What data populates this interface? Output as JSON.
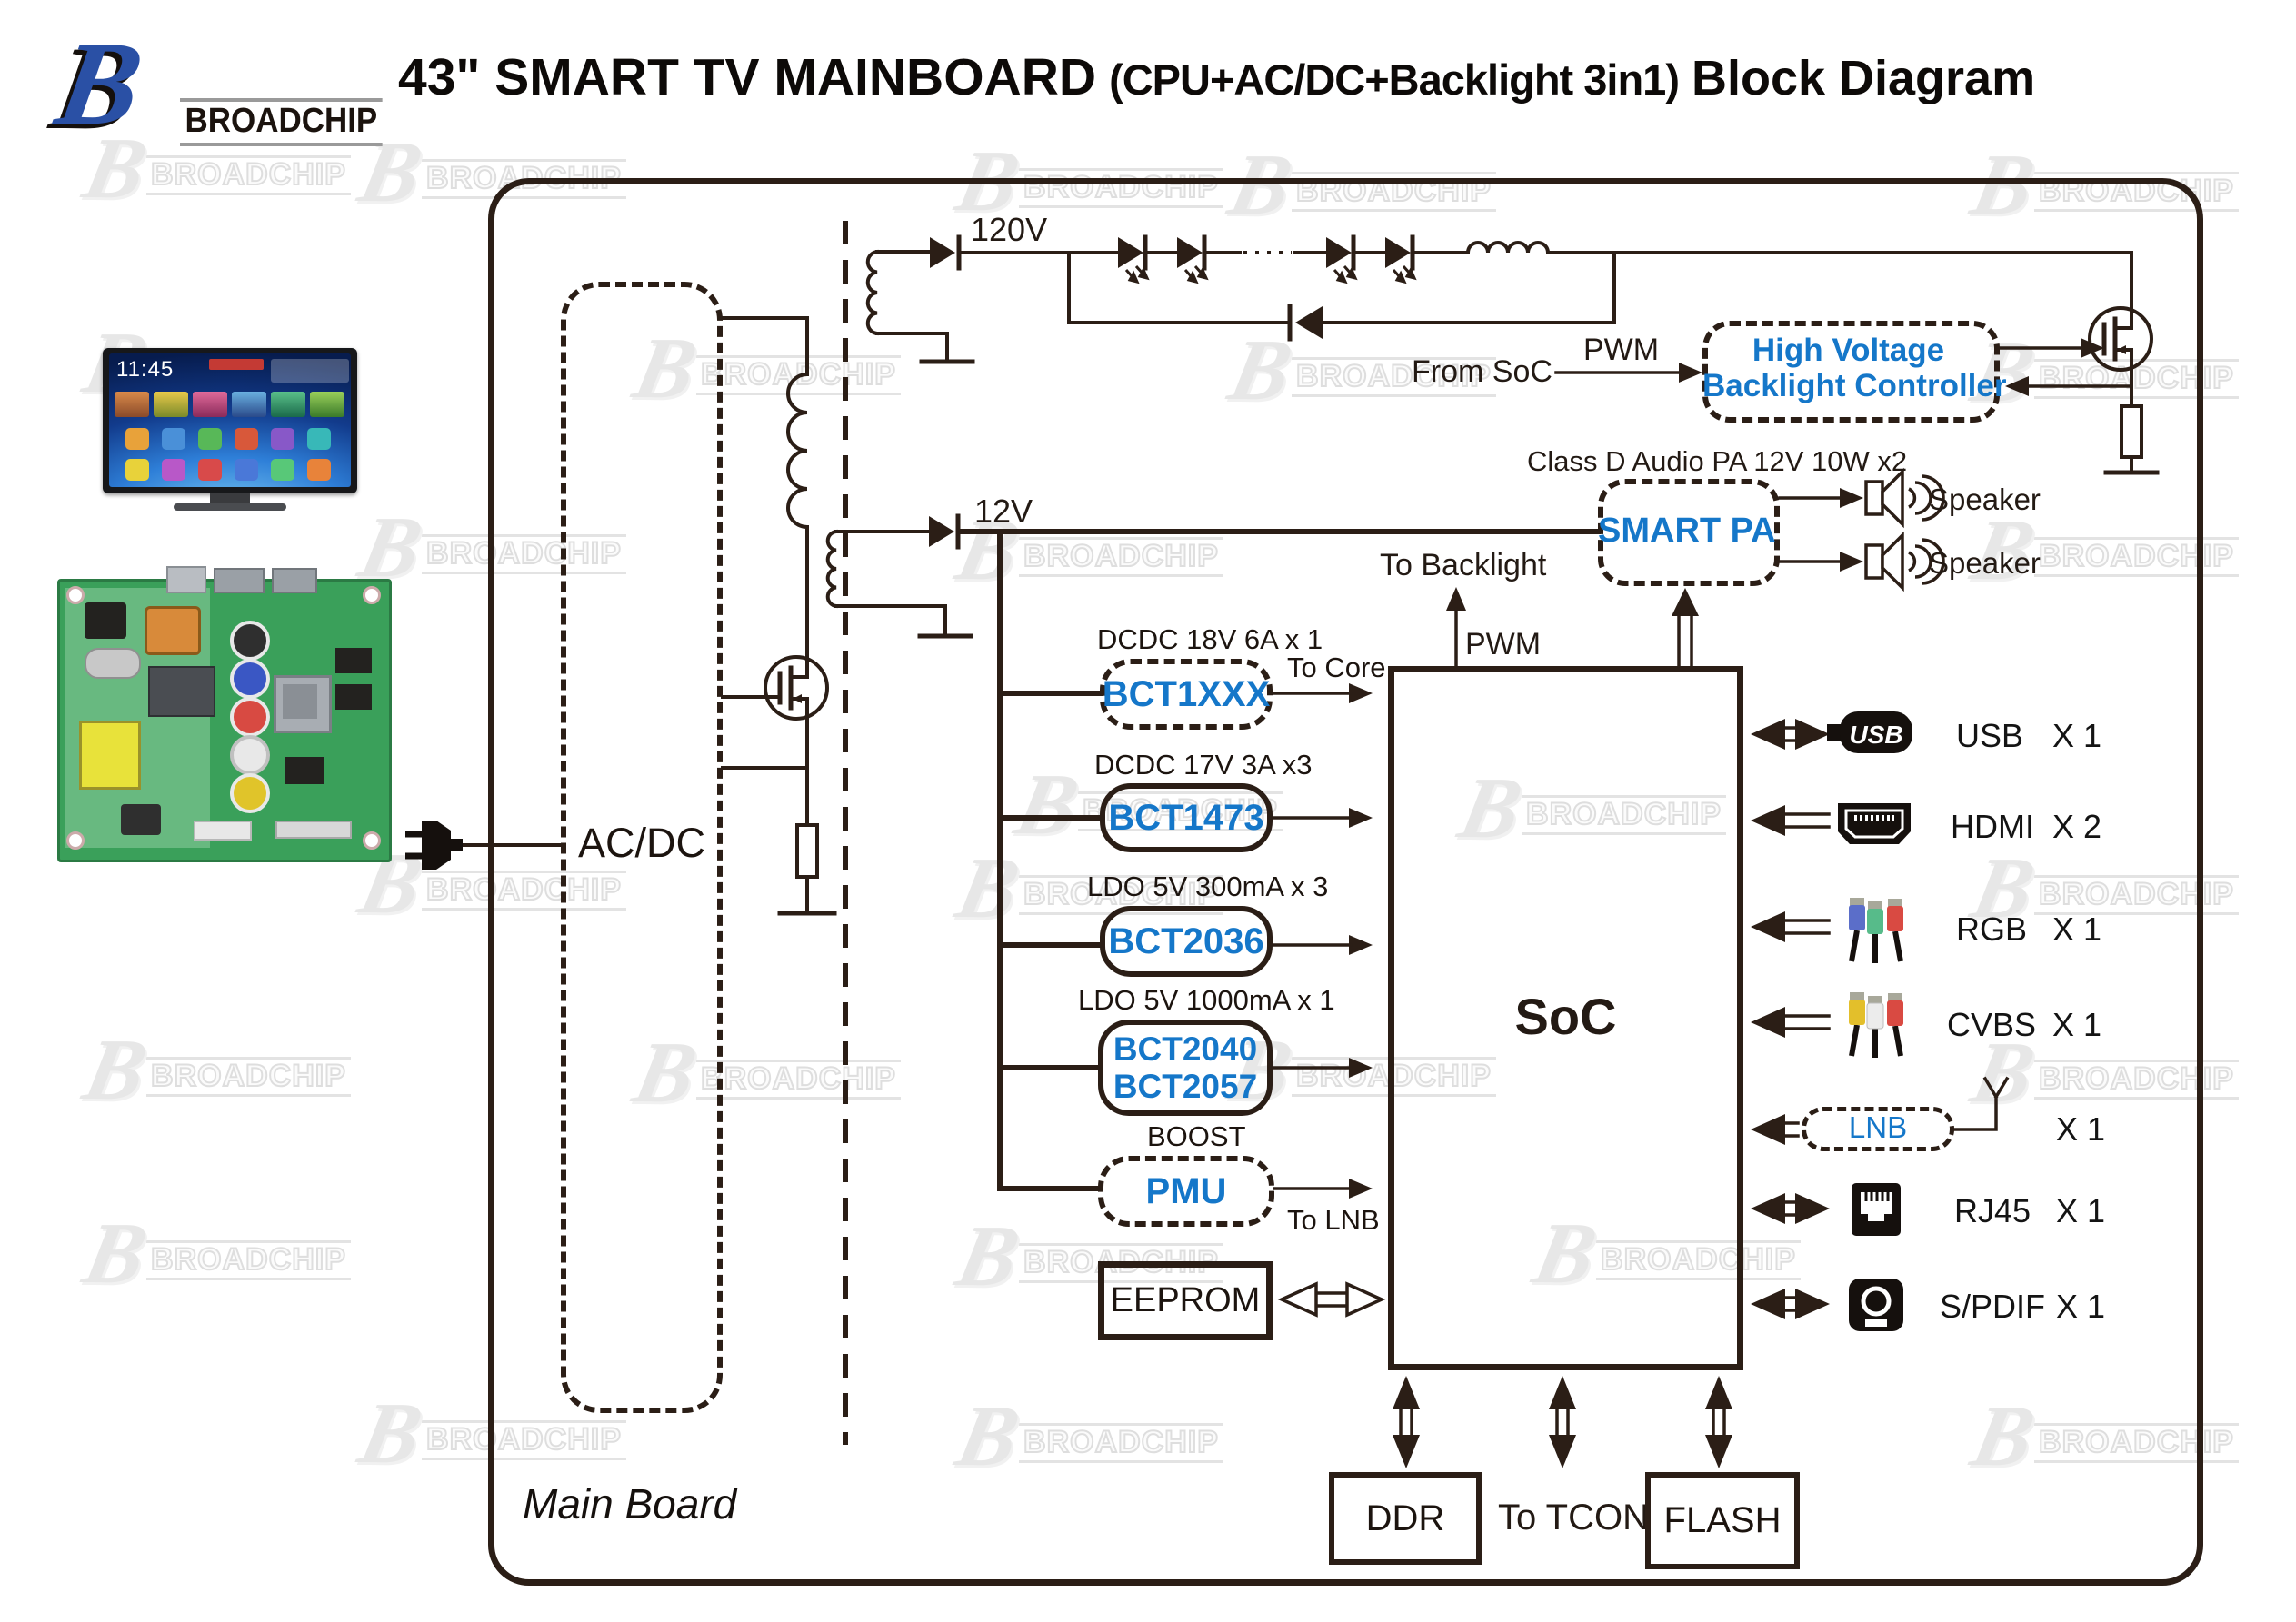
{
  "brand": {
    "name": "BROADCHIP",
    "logo_letter": "B"
  },
  "title": {
    "part1": "43\" SMART TV MAINBOARD",
    "part2": "(CPU+AC/DC+Backlight 3in1)",
    "part3": "Block Diagram"
  },
  "board": {
    "label": "Main Board",
    "acdc_label": "AC/DC"
  },
  "rails": {
    "v120": "120V",
    "v12": "12V"
  },
  "backlight": {
    "from_soc": "From SoC",
    "pwm": "PWM",
    "controller_line1": "High Voltage",
    "controller_line2": "Backlight Controller"
  },
  "audio": {
    "header": "Class D Audio PA  12V 10W x2",
    "chip": "SMART PA",
    "speaker1": "Speaker",
    "speaker2": "Speaker"
  },
  "soc": {
    "label": "SoC",
    "pwm": "PWM",
    "to_backlight": "To Backlight"
  },
  "regulators": [
    {
      "spec": "DCDC 18V 6A x 1",
      "chip": "BCT1XXX",
      "note": "To Core"
    },
    {
      "spec": "DCDC 17V 3A x3",
      "chip": "BCT1473"
    },
    {
      "spec": "LDO 5V 300mA x 3",
      "chip": "BCT2036"
    },
    {
      "spec": "LDO 5V 1000mA x 1",
      "chip": "BCT2040",
      "chip2": "BCT2057"
    },
    {
      "spec": "BOOST",
      "chip": "PMU",
      "note": "To LNB"
    }
  ],
  "memory": {
    "eeprom": "EEPROM",
    "ddr": "DDR",
    "flash": "FLASH",
    "tcon": "To TCON"
  },
  "ports": [
    {
      "name": "usb",
      "label": "USB",
      "count": "X 1"
    },
    {
      "name": "hdmi",
      "label": "HDMI",
      "count": "X 2"
    },
    {
      "name": "rgb",
      "label": "RGB",
      "count": "X 1"
    },
    {
      "name": "cvbs",
      "label": "CVBS",
      "count": "X 1"
    },
    {
      "name": "lnb",
      "label": "LNB",
      "count": "X 1"
    },
    {
      "name": "rj45",
      "label": "RJ45",
      "count": "X 1"
    },
    {
      "name": "spdif",
      "label": "S/PDIF",
      "count": "X 1"
    }
  ],
  "tv": {
    "clock": "11:45"
  },
  "colors": {
    "line": "#2b1e16",
    "accent_blue": "#1577c9",
    "watermark": "#e7e7e7"
  }
}
